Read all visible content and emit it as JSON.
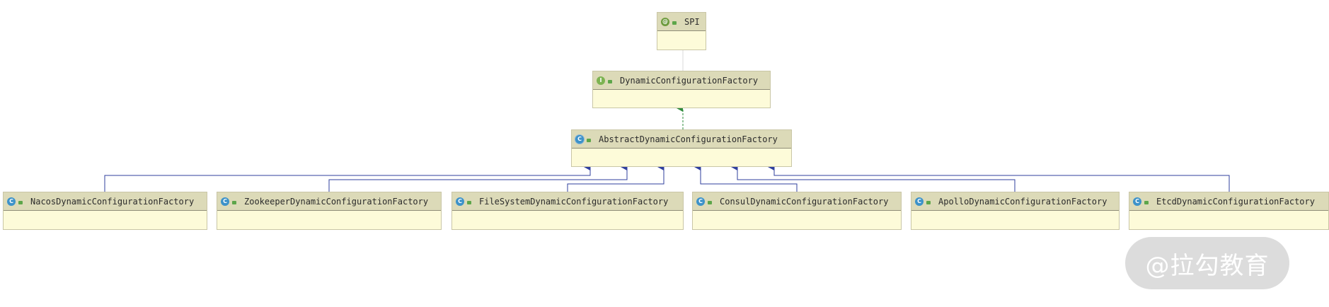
{
  "diagram": {
    "nodes": [
      {
        "id": "spi",
        "label": "SPI",
        "kind": "annotation",
        "badge": "@"
      },
      {
        "id": "dcf",
        "label": "DynamicConfigurationFactory",
        "kind": "interface",
        "badge": "I"
      },
      {
        "id": "adcf",
        "label": "AbstractDynamicConfigurationFactory",
        "kind": "abstract",
        "badge": "C"
      },
      {
        "id": "nacos",
        "label": "NacosDynamicConfigurationFactory",
        "kind": "class",
        "badge": "C"
      },
      {
        "id": "zookeeper",
        "label": "ZookeeperDynamicConfigurationFactory",
        "kind": "class",
        "badge": "C"
      },
      {
        "id": "filesystem",
        "label": "FileSystemDynamicConfigurationFactory",
        "kind": "class",
        "badge": "C"
      },
      {
        "id": "consul",
        "label": "ConsulDynamicConfigurationFactory",
        "kind": "class",
        "badge": "C"
      },
      {
        "id": "apollo",
        "label": "ApolloDynamicConfigurationFactory",
        "kind": "class",
        "badge": "C"
      },
      {
        "id": "etcd",
        "label": "EtcdDynamicConfigurationFactory",
        "kind": "class",
        "badge": "C"
      }
    ],
    "edges": [
      {
        "from": "dcf",
        "to": "spi",
        "type": "annotated-by"
      },
      {
        "from": "adcf",
        "to": "dcf",
        "type": "implements"
      },
      {
        "from": "nacos",
        "to": "adcf",
        "type": "extends"
      },
      {
        "from": "zookeeper",
        "to": "adcf",
        "type": "extends"
      },
      {
        "from": "filesystem",
        "to": "adcf",
        "type": "extends"
      },
      {
        "from": "consul",
        "to": "adcf",
        "type": "extends"
      },
      {
        "from": "apollo",
        "to": "adcf",
        "type": "extends"
      },
      {
        "from": "etcd",
        "to": "adcf",
        "type": "extends"
      }
    ],
    "colors": {
      "header": "#dcdab8",
      "body": "#fdfbd9",
      "inheritance_edge": "#2f3f9e",
      "implements_edge": "#2e8b3a",
      "annotation_edge": "#d8d8d8"
    }
  },
  "watermark": {
    "text": "@拉勾教育"
  }
}
